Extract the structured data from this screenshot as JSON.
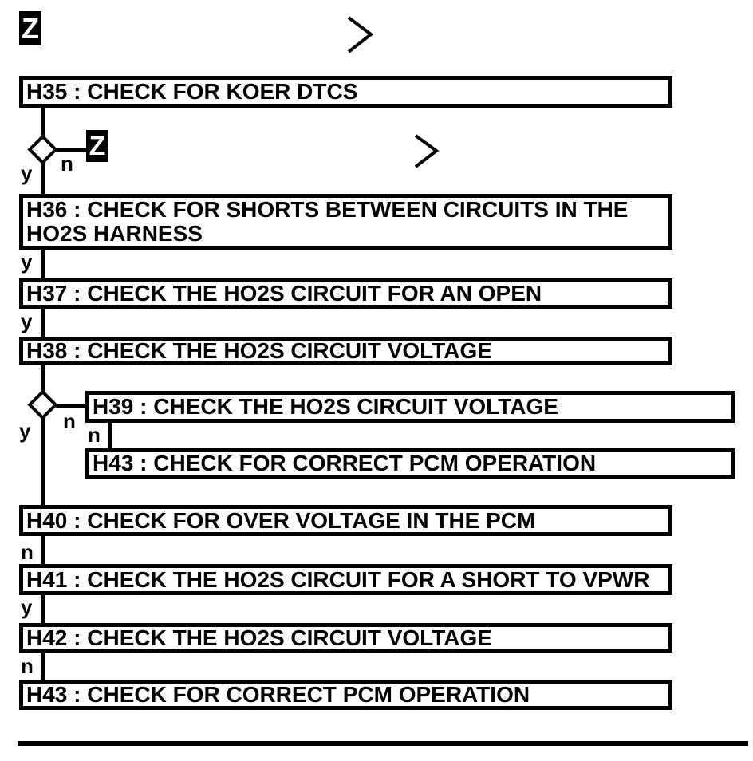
{
  "page": {
    "background": "#ffffff",
    "ink": "#000000"
  },
  "flowchart": {
    "offpage_symbol": "Z",
    "labels": {
      "yes": "y",
      "no": "n"
    },
    "boxes": [
      {
        "id": "H35",
        "label": "H35 : CHECK FOR KOER DTCS"
      },
      {
        "id": "H36",
        "label": "H36 : CHECK FOR SHORTS BETWEEN CIRCUITS IN THE\nHO2S HARNESS"
      },
      {
        "id": "H37",
        "label": "H37 : CHECK THE HO2S CIRCUIT FOR AN OPEN"
      },
      {
        "id": "H38",
        "label": "H38 : CHECK THE HO2S CIRCUIT VOLTAGE"
      },
      {
        "id": "H39",
        "label": "H39 : CHECK THE HO2S CIRCUIT VOLTAGE"
      },
      {
        "id": "H43a",
        "label": "H43 : CHECK FOR CORRECT PCM OPERATION"
      },
      {
        "id": "H40",
        "label": "H40 : CHECK FOR OVER VOLTAGE IN THE PCM"
      },
      {
        "id": "H41",
        "label": "H41 : CHECK THE HO2S CIRCUIT FOR A SHORT TO VPWR"
      },
      {
        "id": "H42",
        "label": "H42 : CHECK THE HO2S CIRCUIT VOLTAGE"
      },
      {
        "id": "H43b",
        "label": "H43 : CHECK FOR CORRECT PCM OPERATION"
      }
    ]
  }
}
